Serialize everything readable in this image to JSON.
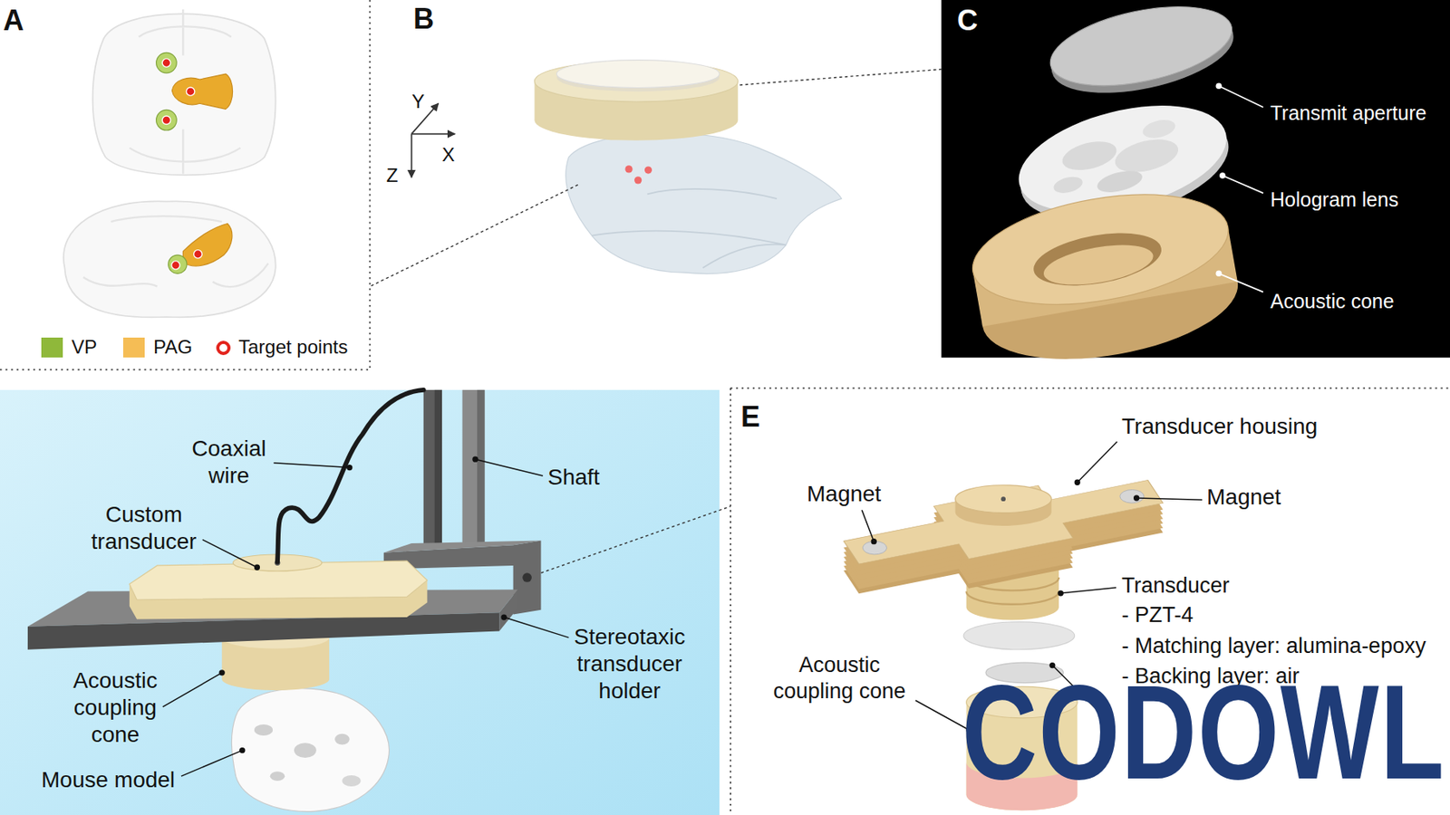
{
  "diagram": {
    "nodes": [
      {
        "text": [
          "A"
        ]
      },
      {
        "text": [
          "B",
          "Y",
          "X",
          "Z"
        ]
      },
      {
        "text": [
          "C",
          "Transmit aperture",
          "Hologram lens",
          "Acoustic cone"
        ]
      },
      {
        "text": [
          "Coaxial wire",
          "Shaft",
          "Custom transducer",
          "Stereotaxic transducer holder",
          "Acoustic coupling cone",
          "Mouse model"
        ]
      },
      {
        "text": [
          "E",
          "Transducer housing",
          "Magnet",
          "Magnet",
          "Transducer",
          "- PZT-4",
          "- Matching layer: alumina-epoxy",
          "- Backing layer: air",
          "Acoustic coupling cone"
        ]
      }
    ],
    "labels": [
      "CODOWL"
    ],
    "legend": [
      {
        "text": "VP",
        "color": "#8fb83a"
      },
      {
        "text": "PAG",
        "color": "#f5bd55"
      },
      {
        "text": "Target points"
      }
    ]
  }
}
